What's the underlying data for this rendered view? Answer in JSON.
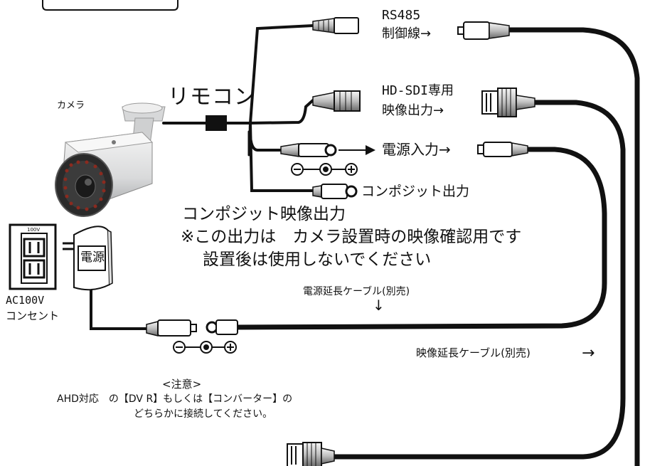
{
  "labels": {
    "camera": "カメラ",
    "remote": "リモコン",
    "rs485_line1": "RS485",
    "rs485_line2": "制御線→",
    "hdsdi_line1": "HD-SDI専用",
    "hdsdi_line2": "映像出力→",
    "power_input": "電源入力→",
    "composite_out": "コンポジット出力",
    "composite_title": "コンポジット映像出力",
    "composite_note1": "※この出力は　カメラ設置時の映像確認用です",
    "composite_note2": "設置後は使用しないでください",
    "outlet_plate": "100V",
    "adapter": "電源",
    "ac_line1": "AC100V",
    "ac_line2": "コンセント",
    "power_ext": "電源延長ケーブル(別売)",
    "power_ext_arrow": "↓",
    "video_ext": "映像延長ケーブル(別売)",
    "video_ext_arrow": "→",
    "caution_title": "<注意>",
    "caution_line1": "AHD対応　の【DV R】もしくは【コンバーター】の",
    "caution_line2": "どちらかに接続してください。",
    "polarity_minus": "⊖",
    "polarity_plus": "⊕"
  },
  "colors": {
    "cable": "#111111",
    "camera_body": "#e6e7e8",
    "lens_ring": "#8b2a1f"
  }
}
